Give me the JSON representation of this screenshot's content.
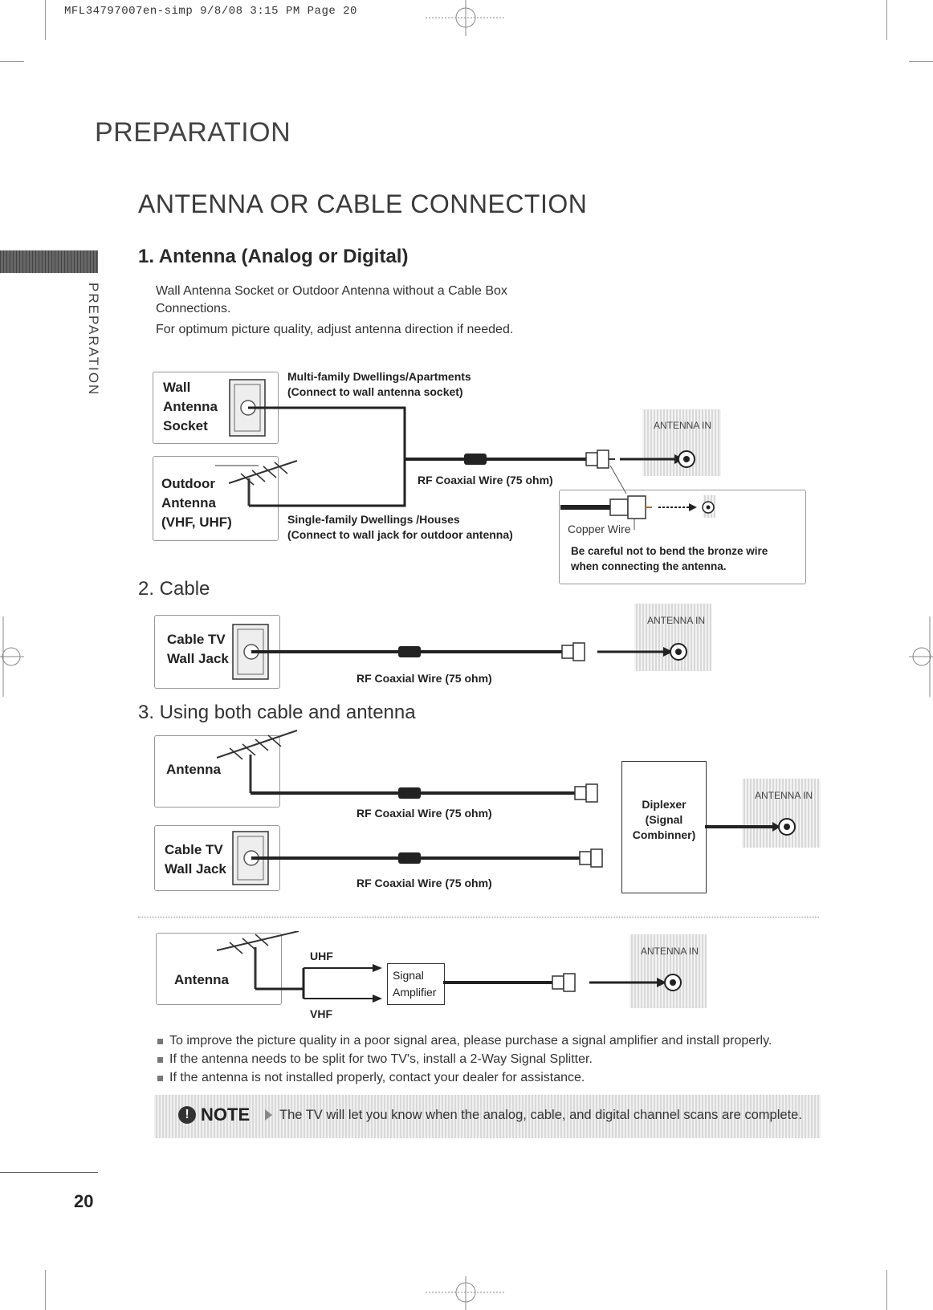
{
  "print_header": "MFL34797007en-simp  9/8/08 3:15 PM  Page 20",
  "section": "PREPARATION",
  "sidebar_label": "PREPARATION",
  "page_title": "ANTENNA OR CABLE CONNECTION",
  "antenna": {
    "heading": "1. Antenna (Analog or Digital)",
    "desc_line1": "Wall Antenna Socket or Outdoor Antenna without a Cable Box",
    "desc_line2": "Connections.",
    "desc_line3": "For optimum picture quality, adjust antenna direction if needed.",
    "wall_socket_label": [
      "Wall",
      "Antenna",
      "Socket"
    ],
    "outdoor_label": [
      "Outdoor",
      "Antenna",
      "(VHF, UHF)"
    ],
    "multi_family_title": "Multi-family Dwellings/Apartments",
    "multi_family_note": "(Connect to wall antenna socket)",
    "single_family_title": "Single-family Dwellings /Houses",
    "single_family_note": "(Connect to wall jack for outdoor antenna)",
    "wire_label": "RF Coaxial Wire (75 ohm)",
    "port_label": "ANTENNA IN",
    "copper_label": "Copper Wire",
    "caution_line1": "Be careful not to bend the bronze wire",
    "caution_line2": "when connecting the antenna."
  },
  "cable": {
    "heading": "2. Cable",
    "jack_label": [
      "Cable TV",
      "Wall Jack"
    ],
    "wire_label": "RF Coaxial Wire (75 ohm)",
    "port_label": "ANTENNA IN"
  },
  "both": {
    "heading": "3. Using both cable and antenna",
    "antenna_label": "Antenna",
    "jack_label": [
      "Cable TV",
      "Wall Jack"
    ],
    "wire_label_1": "RF Coaxial Wire (75 ohm)",
    "wire_label_2": "RF Coaxial Wire (75 ohm)",
    "diplexer_label": [
      "Diplexer",
      "(Signal",
      "Combinner)"
    ],
    "port_label": "ANTENNA IN"
  },
  "amplifier": {
    "antenna_label": "Antenna",
    "uhf": "UHF",
    "vhf": "VHF",
    "amp_label": [
      "Signal",
      "Amplifier"
    ],
    "port_label": "ANTENNA IN"
  },
  "bullets": [
    "To improve the picture quality in a poor signal area, please purchase a signal amplifier and install properly.",
    "If the antenna needs to be split for two TV's, install a 2-Way Signal Splitter.",
    "If the antenna is not installed properly, contact your dealer for assistance."
  ],
  "note": {
    "label": "NOTE",
    "text": "The TV will let you know when the analog, cable, and digital channel scans are complete."
  },
  "page_number": "20"
}
